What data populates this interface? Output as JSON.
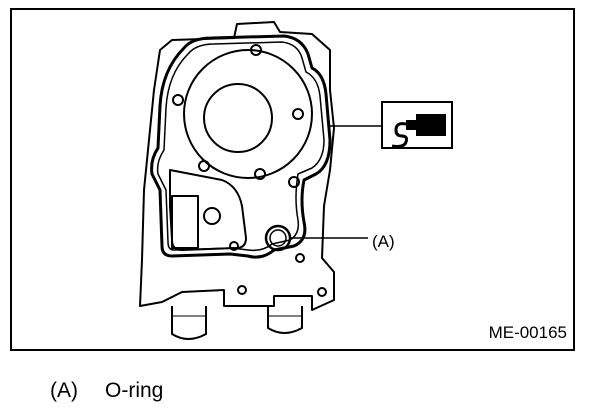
{
  "figure": {
    "code": "ME-00165",
    "callout_label": "(A)",
    "icon": "sealant-tube-icon"
  },
  "legend": [
    {
      "label": "(A)",
      "text": "O-ring"
    }
  ]
}
